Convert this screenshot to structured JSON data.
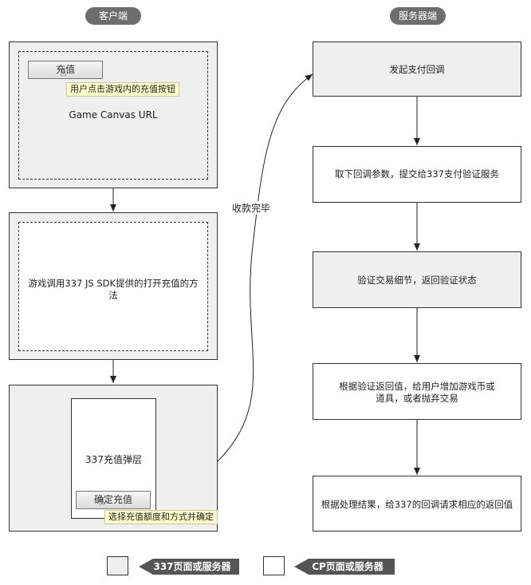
{
  "headers": {
    "client": "客户端",
    "server": "服务器端"
  },
  "client": {
    "box1": {
      "button_label": "充值",
      "tooltip": "用户点击游戏内的充值按钮",
      "caption": "Game Canvas URL"
    },
    "box2": {
      "caption": "游戏调用337 JS SDK提供的打开充值的方法"
    },
    "box3": {
      "layer_title": "337充值弹层",
      "button_label": "确定充值",
      "tooltip": "选择充值额度和方式并确定"
    }
  },
  "connector_label": "收款完毕",
  "server": {
    "steps": [
      "发起支付回调",
      "取下回调参数，提交给337支付验证服务",
      "验证交易细节，返回验证状态",
      "根据验证返回值，给用户增加游戏币或道具，或者抛弃交易",
      "根据处理结果，给337的回调请求相应的返回值"
    ]
  },
  "legend": [
    {
      "label": "337页面或服务器",
      "swatch_color": "#efefef"
    },
    {
      "label": "CP页面或服务器",
      "swatch_color": "#ffffff"
    }
  ]
}
